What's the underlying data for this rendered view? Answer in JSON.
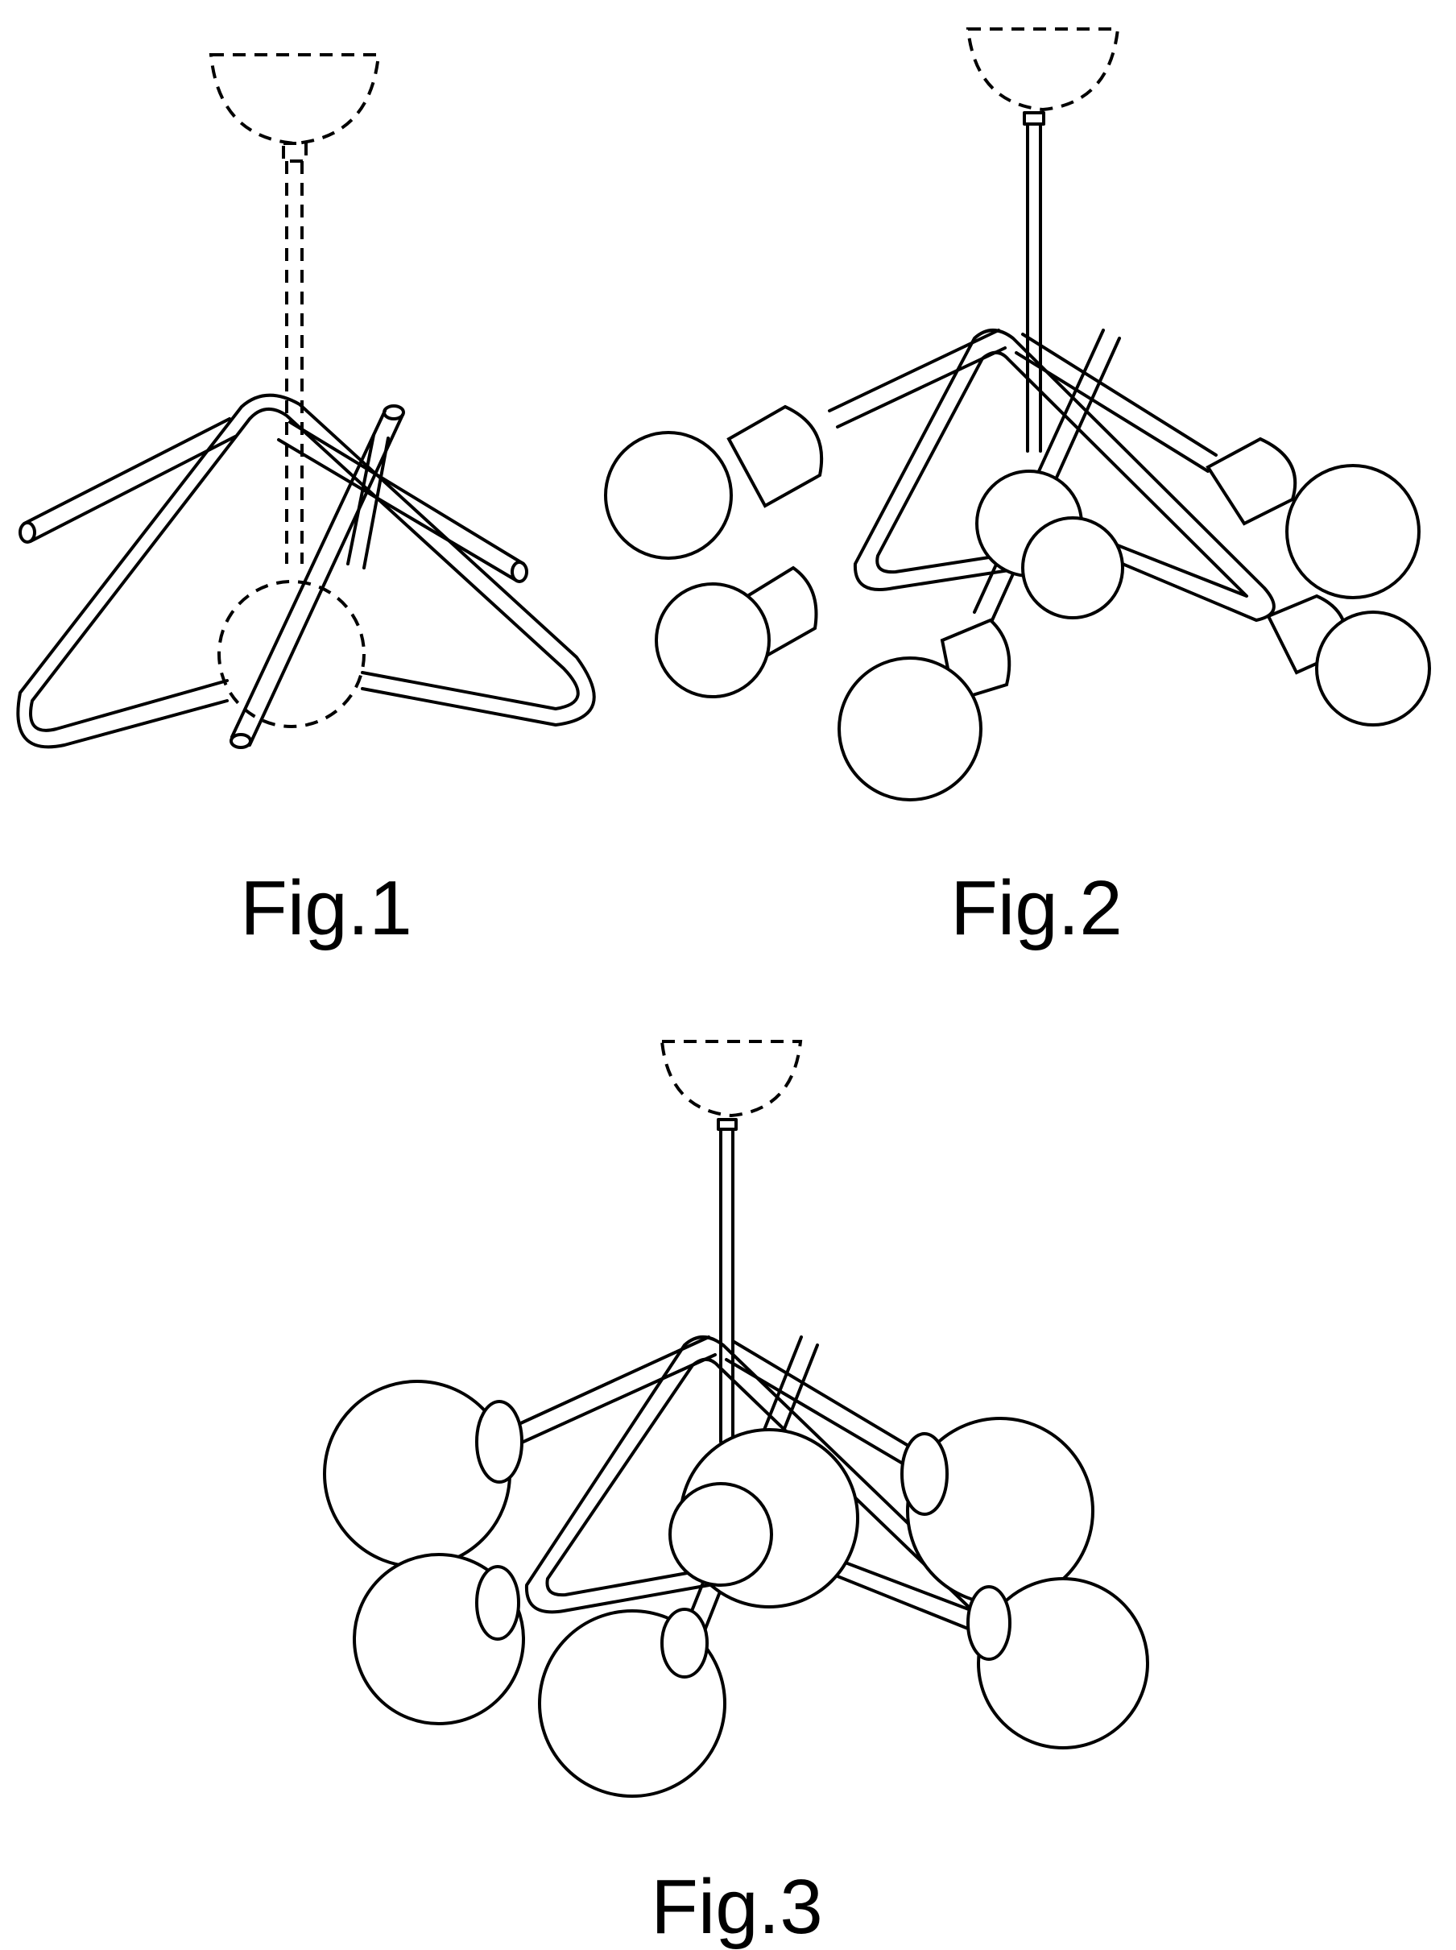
{
  "figures": [
    {
      "label": "Fig.1"
    },
    {
      "label": "Fig.2"
    },
    {
      "label": "Fig.3"
    }
  ],
  "colors": {
    "line": "#000000",
    "background": "#ffffff"
  }
}
